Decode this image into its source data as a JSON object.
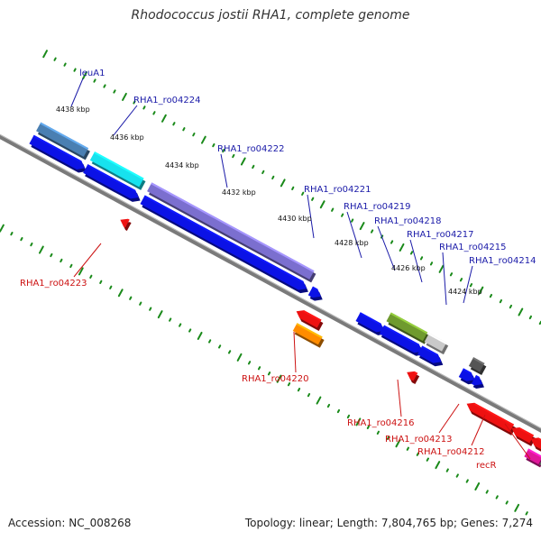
{
  "title": "Rhodococcus jostii RHA1, complete genome",
  "footer": {
    "accession": "Accession: NC_008268",
    "summary": "Topology: linear; Length: 7,804,765 bp; Genes: 7,274"
  },
  "colors": {
    "backbone": "#7a7a7a",
    "forward_label": "#1a1aa8",
    "reverse_label": "#cc1111",
    "tick": "#1a8a1a",
    "cds_blue": "#0b12e6",
    "cds_red": "#ee1111"
  },
  "scale_ticks": [
    {
      "label": "4438 kbp",
      "kbp": 4438
    },
    {
      "label": "4436 kbp",
      "kbp": 4436
    },
    {
      "label": "4434 kbp",
      "kbp": 4434
    },
    {
      "label": "4432 kbp",
      "kbp": 4432
    },
    {
      "label": "4430 kbp",
      "kbp": 4430
    },
    {
      "label": "4428 kbp",
      "kbp": 4428
    },
    {
      "label": "4426 kbp",
      "kbp": 4426
    },
    {
      "label": "4424 kbp",
      "kbp": 4424
    }
  ],
  "forward_labels": [
    {
      "text": "leuA1"
    },
    {
      "text": "RHA1_ro04224"
    },
    {
      "text": "RHA1_ro04222"
    },
    {
      "text": "RHA1_ro04221"
    },
    {
      "text": "RHA1_ro04219"
    },
    {
      "text": "RHA1_ro04218"
    },
    {
      "text": "RHA1_ro04217"
    },
    {
      "text": "RHA1_ro04215"
    },
    {
      "text": "RHA1_ro04214"
    }
  ],
  "reverse_labels": [
    {
      "text": "RHA1_ro04223"
    },
    {
      "text": "RHA1_ro04220"
    },
    {
      "text": "RHA1_ro04216"
    },
    {
      "text": "RHA1_ro04213"
    },
    {
      "text": "RHA1_ro04212"
    },
    {
      "text": "recR"
    }
  ]
}
